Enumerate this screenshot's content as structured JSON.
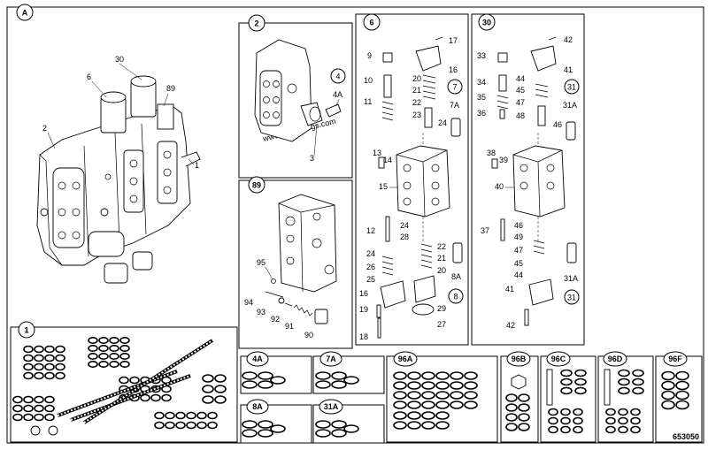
{
  "main_label": "A",
  "watermark": "www.epcatalogs.com",
  "figure_number": "653050",
  "panels": {
    "p2": "2",
    "p6": "6",
    "p30": "30",
    "p89": "89",
    "p1": "1",
    "p4A": "4A",
    "p7A": "7A",
    "p96A": "96A",
    "p96B": "96B",
    "p96C": "96C",
    "p96D": "96D",
    "p96F": "96F",
    "p8A": "8A",
    "p31A": "31A"
  },
  "callouts": [
    {
      "id": "main-30",
      "text": "30",
      "circled": false
    },
    {
      "id": "main-6",
      "text": "6",
      "circled": false
    },
    {
      "id": "main-89",
      "text": "89",
      "circled": false
    },
    {
      "id": "main-2",
      "text": "2",
      "circled": false
    },
    {
      "id": "main-1",
      "text": "1",
      "circled": false
    },
    {
      "id": "p2-4",
      "text": "4",
      "circled": true
    },
    {
      "id": "p2-4A",
      "text": "4A",
      "circled": false
    },
    {
      "id": "p2-3",
      "text": "3",
      "circled": false
    },
    {
      "id": "p89-95",
      "text": "95",
      "circled": false
    },
    {
      "id": "p89-94",
      "text": "94",
      "circled": false
    },
    {
      "id": "p89-93",
      "text": "93",
      "circled": false
    },
    {
      "id": "p89-92",
      "text": "92",
      "circled": false
    },
    {
      "id": "p89-91",
      "text": "91",
      "circled": false
    },
    {
      "id": "p89-90",
      "text": "90",
      "circled": false
    },
    {
      "id": "p6-9",
      "text": "9",
      "circled": false
    },
    {
      "id": "p6-17",
      "text": "17",
      "circled": false
    },
    {
      "id": "p6-16",
      "text": "16",
      "circled": false
    },
    {
      "id": "p6-10",
      "text": "10",
      "circled": false
    },
    {
      "id": "p6-20a",
      "text": "20",
      "circled": false
    },
    {
      "id": "p6-21a",
      "text": "21",
      "circled": false
    },
    {
      "id": "p6-22a",
      "text": "22",
      "circled": false
    },
    {
      "id": "p6-11",
      "text": "11",
      "circled": false
    },
    {
      "id": "p6-23",
      "text": "23",
      "circled": false
    },
    {
      "id": "p6-7",
      "text": "7",
      "circled": true
    },
    {
      "id": "p6-7A",
      "text": "7A",
      "circled": false
    },
    {
      "id": "p6-24a",
      "text": "24",
      "circled": false
    },
    {
      "id": "p6-13",
      "text": "13",
      "circled": false
    },
    {
      "id": "p6-14",
      "text": "14",
      "circled": false
    },
    {
      "id": "p6-15",
      "text": "15",
      "circled": false
    },
    {
      "id": "p6-24b",
      "text": "24",
      "circled": false
    },
    {
      "id": "p6-12",
      "text": "12",
      "circled": false
    },
    {
      "id": "p6-28",
      "text": "28",
      "circled": false
    },
    {
      "id": "p6-22b",
      "text": "22",
      "circled": false
    },
    {
      "id": "p6-21b",
      "text": "21",
      "circled": false
    },
    {
      "id": "p6-20b",
      "text": "20",
      "circled": false
    },
    {
      "id": "p6-24c",
      "text": "24",
      "circled": false
    },
    {
      "id": "p6-26",
      "text": "26",
      "circled": false
    },
    {
      "id": "p6-25",
      "text": "25",
      "circled": false
    },
    {
      "id": "p6-8A",
      "text": "8A",
      "circled": false
    },
    {
      "id": "p6-16b",
      "text": "16",
      "circled": false
    },
    {
      "id": "p6-8",
      "text": "8",
      "circled": true
    },
    {
      "id": "p6-19",
      "text": "19",
      "circled": false
    },
    {
      "id": "p6-29",
      "text": "29",
      "circled": false
    },
    {
      "id": "p6-27",
      "text": "27",
      "circled": false
    },
    {
      "id": "p6-18",
      "text": "18",
      "circled": false
    },
    {
      "id": "p30-42a",
      "text": "42",
      "circled": false
    },
    {
      "id": "p30-33",
      "text": "33",
      "circled": false
    },
    {
      "id": "p30-41a",
      "text": "41",
      "circled": false
    },
    {
      "id": "p30-44a",
      "text": "44",
      "circled": false
    },
    {
      "id": "p30-34",
      "text": "34",
      "circled": false
    },
    {
      "id": "p30-45a",
      "text": "45",
      "circled": false
    },
    {
      "id": "p30-31a",
      "text": "31",
      "circled": true
    },
    {
      "id": "p30-35",
      "text": "35",
      "circled": false
    },
    {
      "id": "p30-47a",
      "text": "47",
      "circled": false
    },
    {
      "id": "p30-31Aa",
      "text": "31A",
      "circled": false
    },
    {
      "id": "p30-36",
      "text": "36",
      "circled": false
    },
    {
      "id": "p30-48",
      "text": "48",
      "circled": false
    },
    {
      "id": "p30-46a",
      "text": "46",
      "circled": false
    },
    {
      "id": "p30-38",
      "text": "38",
      "circled": false
    },
    {
      "id": "p30-39",
      "text": "39",
      "circled": false
    },
    {
      "id": "p30-40",
      "text": "40",
      "circled": false
    },
    {
      "id": "p30-37",
      "text": "37",
      "circled": false
    },
    {
      "id": "p30-46b",
      "text": "46",
      "circled": false
    },
    {
      "id": "p30-49",
      "text": "49",
      "circled": false
    },
    {
      "id": "p30-47b",
      "text": "47",
      "circled": false
    },
    {
      "id": "p30-45b",
      "text": "45",
      "circled": false
    },
    {
      "id": "p30-44b",
      "text": "44",
      "circled": false
    },
    {
      "id": "p30-41b",
      "text": "41",
      "circled": false
    },
    {
      "id": "p30-31Ab",
      "text": "31A",
      "circled": false
    },
    {
      "id": "p30-31b",
      "text": "31",
      "circled": true
    },
    {
      "id": "p30-42b",
      "text": "42",
      "circled": false
    }
  ]
}
